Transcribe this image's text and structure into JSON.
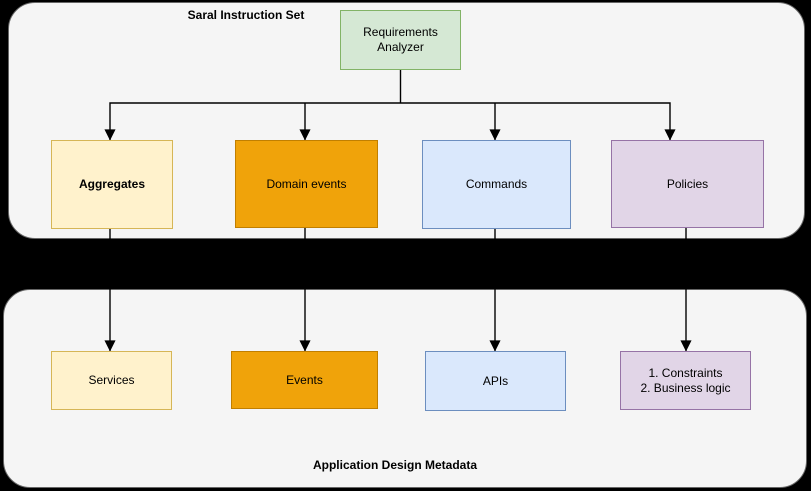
{
  "page": {
    "background_color": "#000000",
    "container_fill": "#F5F5F5",
    "container_border_color": "#666666",
    "connector_color": "#000000"
  },
  "containers": {
    "instruction_set": {
      "title": "Saral Instruction Set"
    },
    "design_metadata": {
      "title": "Application Design Metadata"
    }
  },
  "nodes": {
    "requirements_analyzer": {
      "line1": "Requirements",
      "line2": "Analyzer",
      "fill": "#D5E8D4",
      "stroke": "#82B366"
    },
    "aggregates": {
      "label": "Aggregates",
      "fill": "#FFF2CC",
      "stroke": "#D6B656",
      "bold": true
    },
    "domain_events": {
      "label": "Domain events",
      "fill": "#F0A30A",
      "stroke": "#C17F00"
    },
    "commands": {
      "label": "Commands",
      "fill": "#DAE8FC",
      "stroke": "#6C8EBF"
    },
    "policies": {
      "label": "Policies",
      "fill": "#E1D5E7",
      "stroke": "#9673A6"
    },
    "services": {
      "label": "Services",
      "fill": "#FFF2CC",
      "stroke": "#D6B656"
    },
    "events": {
      "label": "Events",
      "fill": "#F0A30A",
      "stroke": "#C17F00"
    },
    "apis": {
      "label": "APIs",
      "fill": "#DAE8FC",
      "stroke": "#6C8EBF"
    },
    "constraints_business_logic": {
      "line1": "1. Constraints",
      "line2": "2. Business logic",
      "fill": "#E1D5E7",
      "stroke": "#9673A6"
    }
  },
  "edges": [
    {
      "from": "requirements_analyzer",
      "to": "aggregates"
    },
    {
      "from": "requirements_analyzer",
      "to": "domain_events"
    },
    {
      "from": "requirements_analyzer",
      "to": "commands"
    },
    {
      "from": "requirements_analyzer",
      "to": "policies"
    },
    {
      "from": "aggregates",
      "to": "services"
    },
    {
      "from": "domain_events",
      "to": "events"
    },
    {
      "from": "commands",
      "to": "apis"
    },
    {
      "from": "policies",
      "to": "constraints_business_logic"
    }
  ]
}
